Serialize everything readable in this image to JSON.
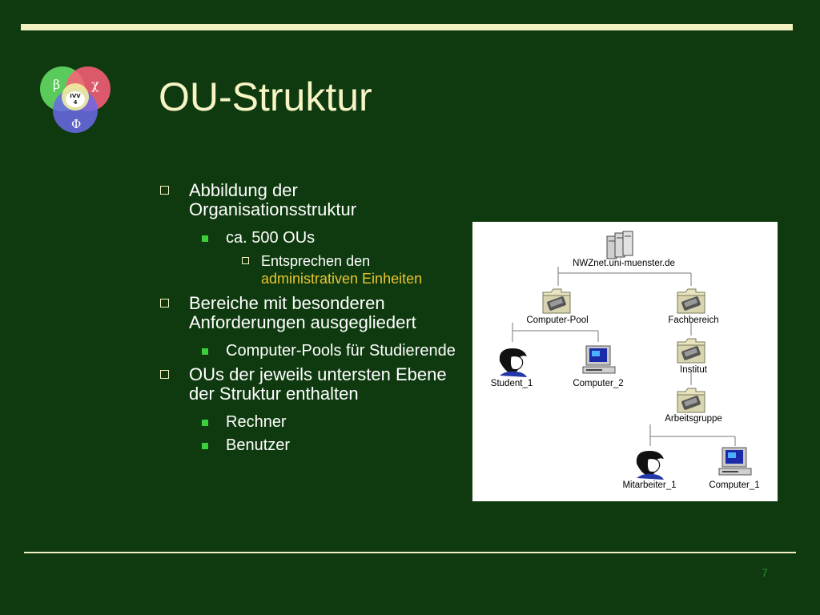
{
  "logo": {
    "letters": [
      "β",
      "χ",
      "Φ"
    ],
    "badge_line1": "IVV",
    "badge_line2": "4"
  },
  "title": "OU-Struktur",
  "page_number": "7",
  "bullets": {
    "b1": "Abbildung der Organisationsstruktur",
    "b1_sub1": "ca. 500 OUs",
    "b1_sub1_sub1_prefix": "Entsprechen den",
    "b1_sub1_sub1_highlight": "administrativen Einheiten",
    "b2": "Bereiche mit besonderen Anforderungen ausgegliedert",
    "b2_sub1": "Computer-Pools für Studierende",
    "b3": "OUs der jeweils untersten Ebene der Struktur enthalten",
    "b3_sub1": "Rechner",
    "b3_sub2": "Benutzer"
  },
  "diagram": {
    "root": "NWZnet.uni-muenster.de",
    "computer_pool": "Computer-Pool",
    "fachbereich": "Fachbereich",
    "student_1": "Student_1",
    "computer_2": "Computer_2",
    "institut": "Institut",
    "arbeitsgruppe": "Arbeitsgruppe",
    "mitarbeiter_1": "Mitarbeiter_1",
    "computer_1": "Computer_1"
  },
  "colors": {
    "background": "#0f3a0f",
    "title": "#f7f4c6",
    "highlight": "#e9c530",
    "bullet": "#3ccf3c"
  }
}
